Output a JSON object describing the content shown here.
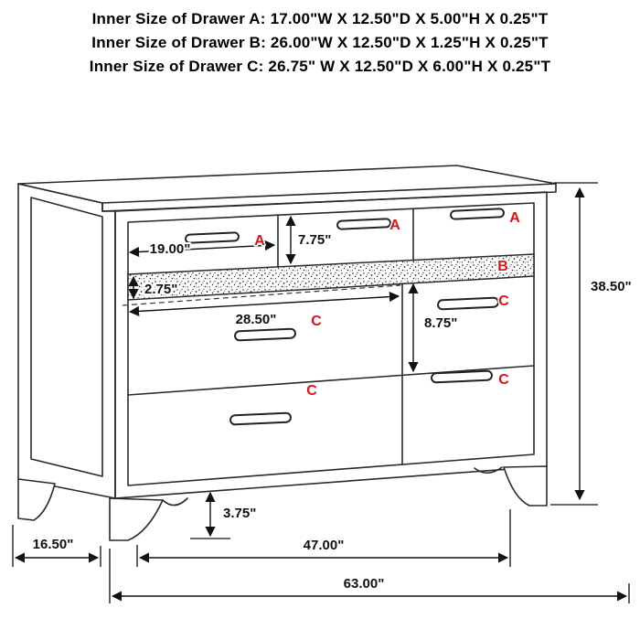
{
  "colors": {
    "red": "#e01313",
    "black": "#111111"
  },
  "header": {
    "lines": [
      "Inner Size of Drawer A: 17.00\"W X 12.50\"D X 5.00\"H X 0.25\"T",
      "Inner Size of Drawer B: 26.00\"W X 12.50\"D X 1.25\"H X 0.25\"T",
      "Inner Size of Drawer C: 26.75\" W X 12.50\"D X 6.00\"H X 0.25\"T"
    ]
  },
  "diagram": {
    "drawer_labels": {
      "a1": "A",
      "a2": "A",
      "a3": "A",
      "b": "B",
      "c_left_top": "C",
      "c_right_top": "C",
      "c_left_bottom": "C",
      "c_right_bottom": "C"
    },
    "dimensions": {
      "drawer_a_width": "19.00\"",
      "drawer_a_height": "7.75\"",
      "drawer_b_height": "2.75\"",
      "drawer_c_width": "28.50\"",
      "drawer_c_height": "8.75\"",
      "overall_height": "38.50\"",
      "base_height": "3.75\"",
      "depth": "16.50\"",
      "leg_span": "47.00\"",
      "overall_width": "63.00\""
    }
  }
}
